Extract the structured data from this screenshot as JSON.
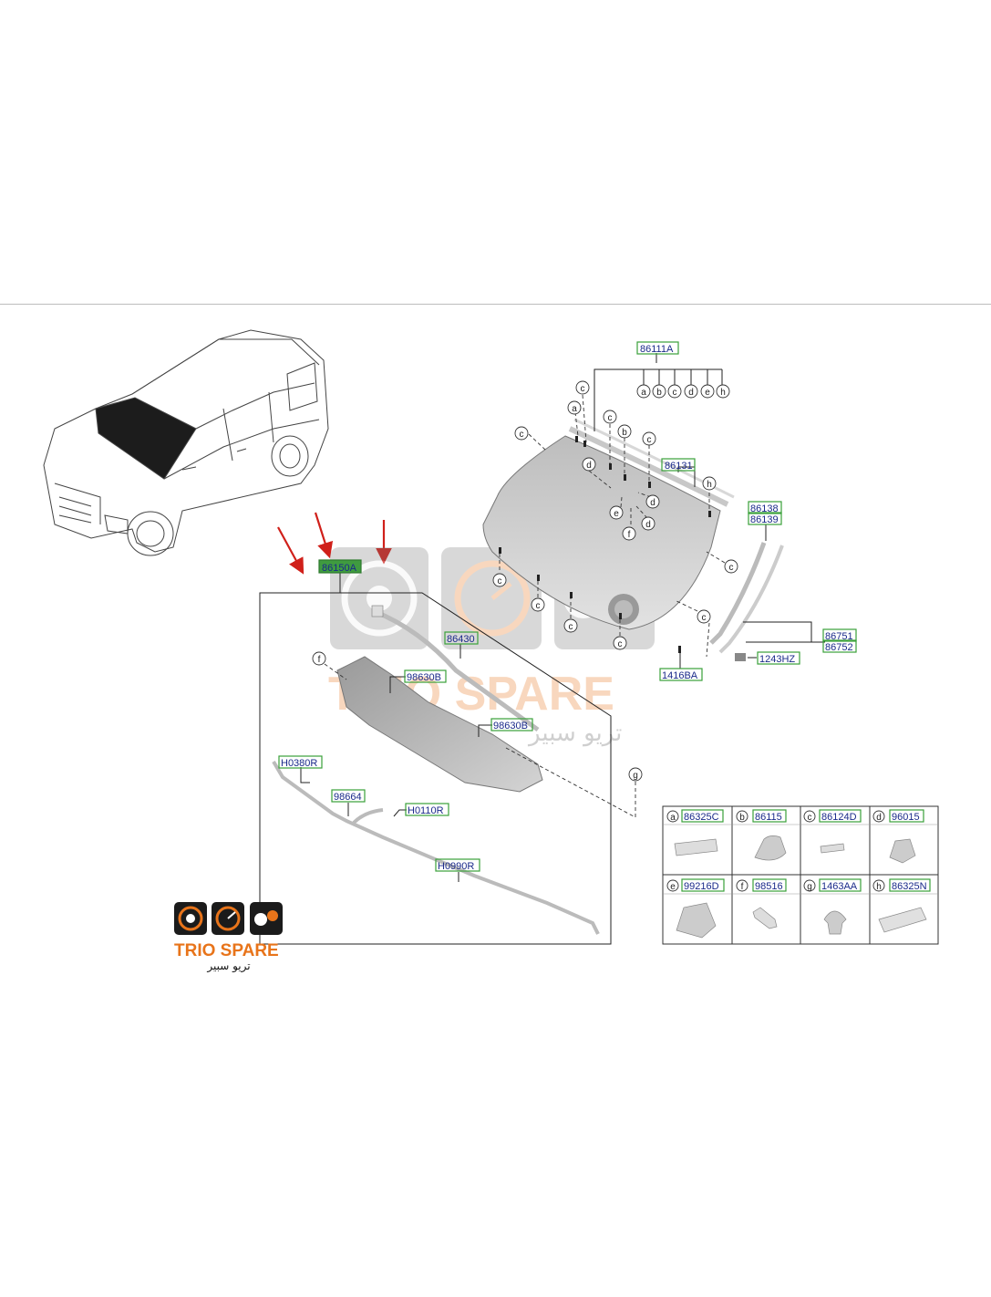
{
  "part_labels": {
    "windshield_set": "86111A",
    "ref_letters": [
      "a",
      "b",
      "c",
      "d",
      "e",
      "h"
    ],
    "glass_molding": "86131",
    "side_molding_l": "86138",
    "side_molding_r": "86139",
    "cowl_panel": "86150A",
    "weatherstrip": "86430",
    "clip_1": "98630B",
    "clip_2": "98630B",
    "hose_1": "H0380R",
    "connector": "98664",
    "hose_2": "H0110R",
    "hose_3": "H0990R",
    "seal_l": "86751",
    "seal_r": "86752",
    "screw_1": "1243HZ",
    "screw_2": "1416BA"
  },
  "callout_letters": {
    "c": "c",
    "a": "a",
    "b": "b",
    "d": "d",
    "e": "e",
    "f": "f",
    "g": "g",
    "h": "h"
  },
  "legend": [
    {
      "letter": "a",
      "part": "86325C"
    },
    {
      "letter": "b",
      "part": "86115"
    },
    {
      "letter": "c",
      "part": "86124D"
    },
    {
      "letter": "d",
      "part": "96015"
    },
    {
      "letter": "e",
      "part": "99216D"
    },
    {
      "letter": "f",
      "part": "98516"
    },
    {
      "letter": "g",
      "part": "1463AA"
    },
    {
      "letter": "h",
      "part": "86325N"
    }
  ],
  "watermark": {
    "latin": "TRIO SPARE",
    "arabic": "تريو سبير"
  },
  "logo": {
    "latin": "TRIO SPARE",
    "arabic": "تريو سبير"
  },
  "colors": {
    "highlight": "#3f9b3f",
    "label_box": "#3aa13a",
    "label_text": "#1a2a8a",
    "arrow": "#d0201a",
    "logo_orange": "#e8741a"
  }
}
